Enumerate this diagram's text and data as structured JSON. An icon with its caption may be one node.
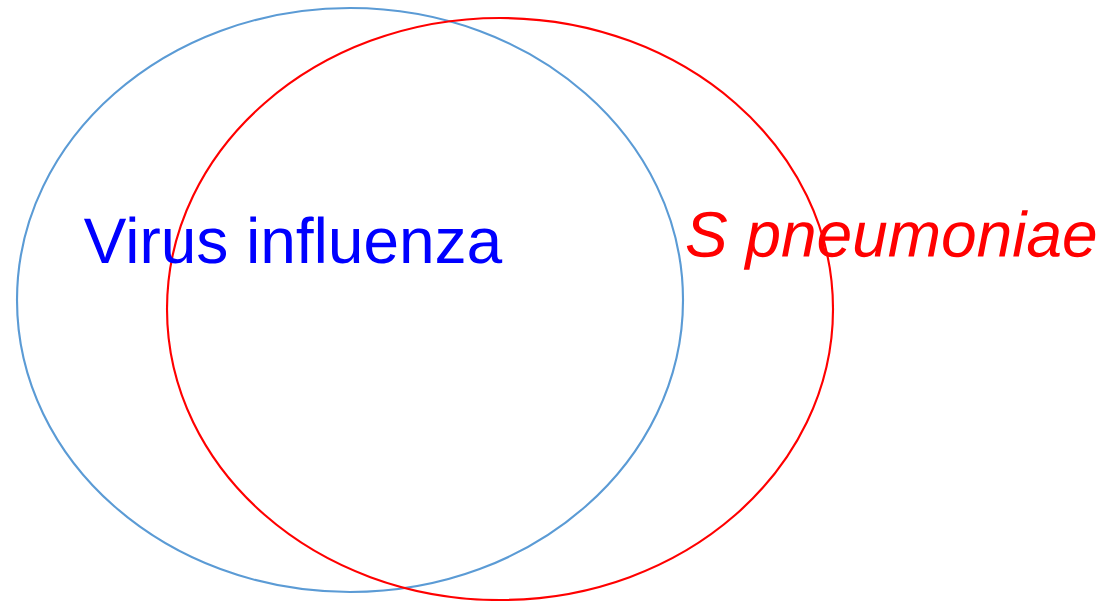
{
  "diagram": {
    "nodes": [
      {
        "text": [],
        "shape": "circle"
      },
      {
        "text": [],
        "shape": "circle"
      }
    ],
    "labels": [
      "Virus influenza",
      "*S pneumoniae*"
    ]
  }
}
